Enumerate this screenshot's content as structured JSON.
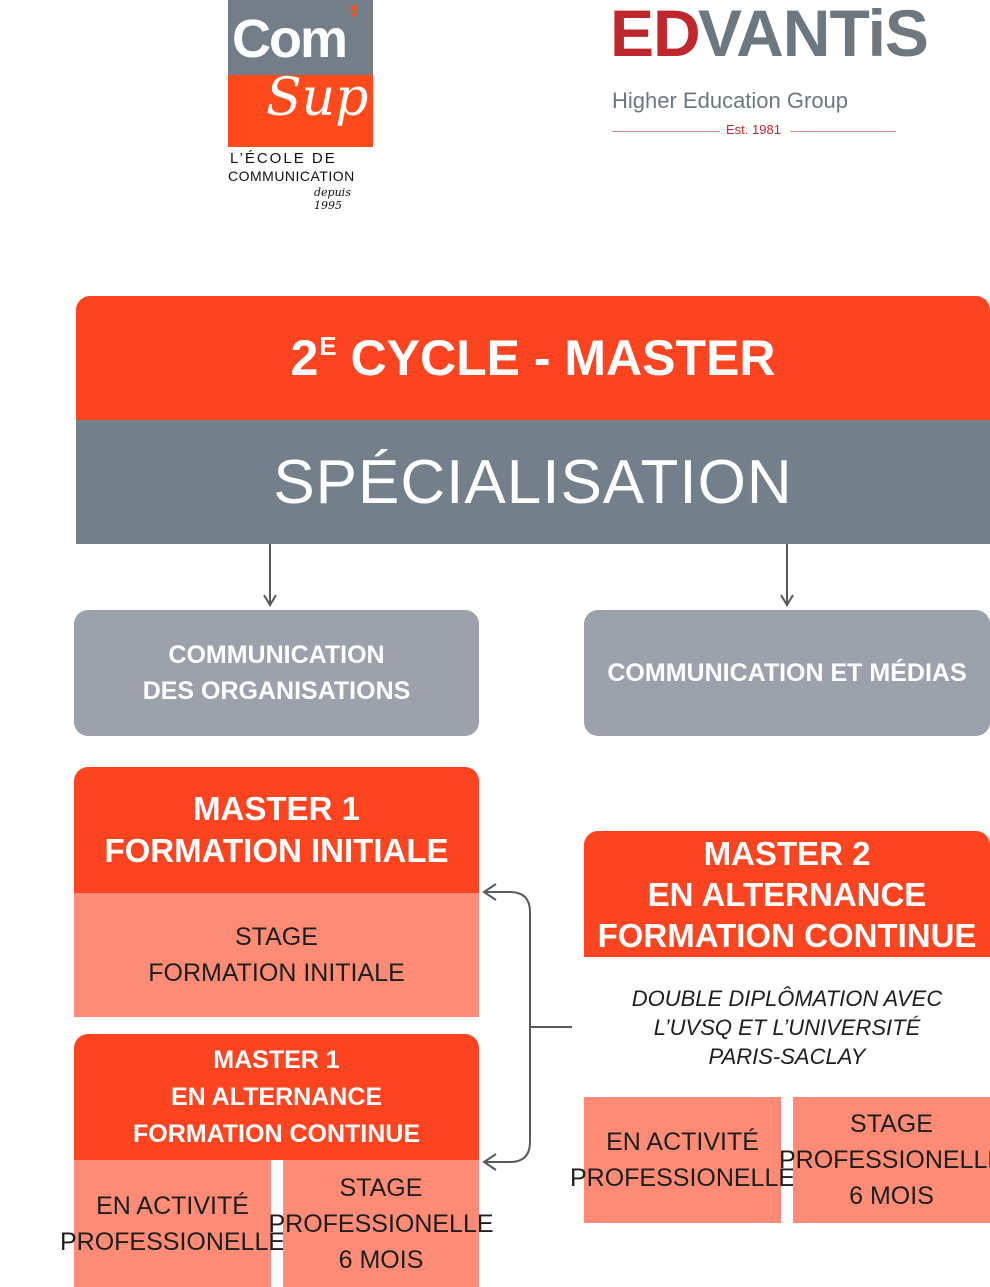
{
  "logos": {
    "comsup": {
      "mark_com": "Com",
      "mark_apostrophe": "’",
      "mark_sup": "Sup",
      "line1": "L’ÉCOLE DE",
      "line2": "COMMUNICATION",
      "line3": "depuis 1995"
    },
    "edvantis": {
      "mark_ed": "ED",
      "mark_vantis": "VANTiS",
      "tagline": "Higher Education Group",
      "established": "Est. 1981"
    }
  },
  "header": {
    "title_prefix": "2",
    "title_sup": "E",
    "title_rest": " CYCLE - MASTER",
    "subtitle": "SPÉCIALISATION"
  },
  "tracks": [
    {
      "lines": [
        "COMMUNICATION",
        "DES ORGANISATIONS"
      ]
    },
    {
      "lines": [
        "COMMUNICATION ET MÉDIAS"
      ]
    }
  ],
  "master1_initiale": {
    "title_lines": [
      "MASTER 1",
      "FORMATION INITIALE"
    ],
    "body_lines": [
      "STAGE",
      "FORMATION INITIALE"
    ]
  },
  "master1_alternance": {
    "title_lines": [
      "MASTER 1",
      "EN ALTERNANCE",
      "FORMATION CONTINUE"
    ],
    "option_left": [
      "EN ACTIVITÉ",
      "PROFESSIONELLE"
    ],
    "option_right": [
      "STAGE",
      "PROFESSIONELLE",
      "6 MOIS"
    ]
  },
  "master2": {
    "title_lines": [
      "MASTER 2",
      "EN ALTERNANCE",
      "FORMATION CONTINUE"
    ],
    "note_lines": [
      "DOUBLE DIPLÔMATION AVEC",
      "L’UVSQ ET L’UNIVERSITÉ",
      "PARIS-SACLAY"
    ],
    "option_left": [
      "EN ACTIVITÉ",
      "PROFESSIONELLE"
    ],
    "option_right": [
      "STAGE",
      "PROFESSIONELLE",
      "6 MOIS"
    ]
  },
  "colors": {
    "primary_red": "#fc4420",
    "slate": "#747f8c",
    "track_gray": "#9ca2ac",
    "salmon": "#fe8b75",
    "edvantis_red": "#c0272d",
    "edvantis_gray": "#6d7780"
  }
}
